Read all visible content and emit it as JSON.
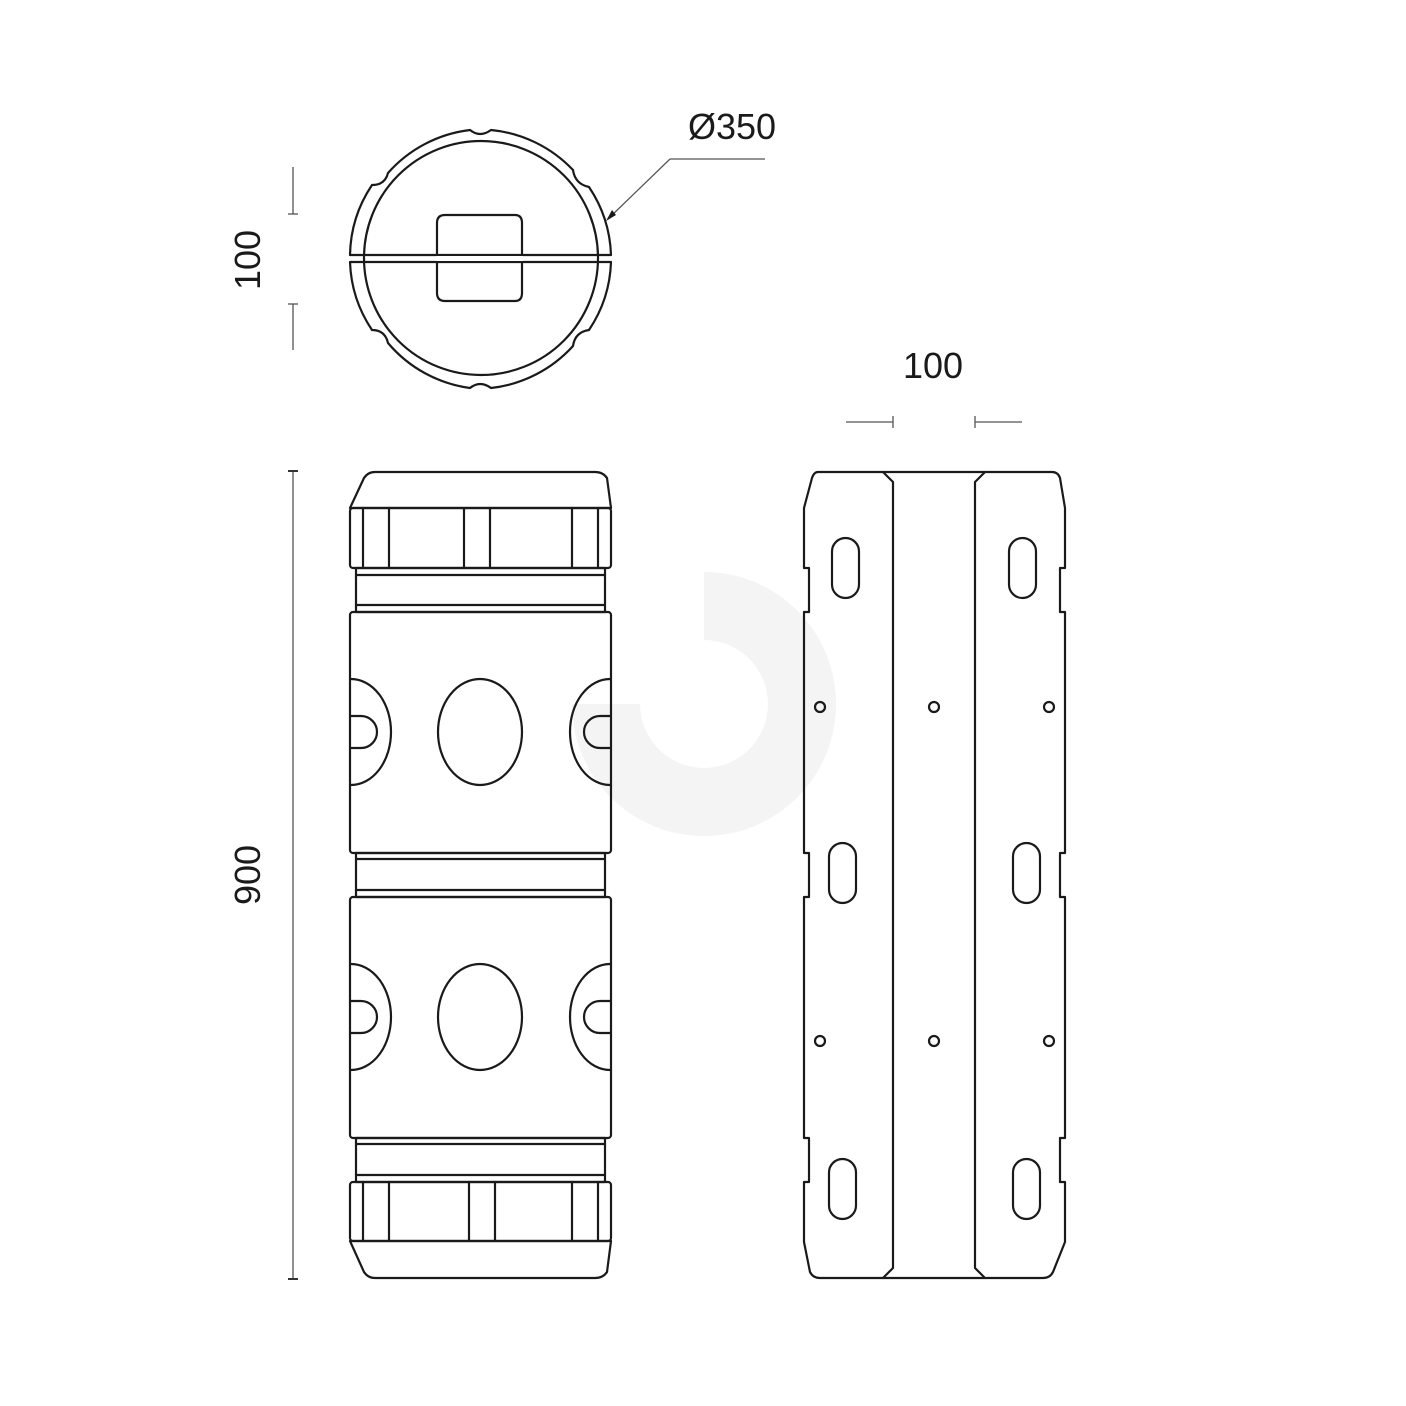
{
  "drawing": {
    "type": "technical-drawing",
    "subject": "cylindrical fender (top, side and front views)",
    "views": [
      "top-view",
      "side-view",
      "front-view"
    ],
    "colors": {
      "line": "#1a1a1a",
      "dimension": "#555555",
      "background": "#ffffff",
      "watermark": "#f4f4f4"
    }
  },
  "dimensions": {
    "diameter": {
      "label": "Ø350",
      "target": "outer diameter (top view)"
    },
    "top_core_height": {
      "label": "100",
      "orientation": "vertical"
    },
    "overall_length": {
      "label": "900",
      "orientation": "vertical"
    },
    "front_core_width": {
      "label": "100",
      "orientation": "horizontal"
    }
  }
}
